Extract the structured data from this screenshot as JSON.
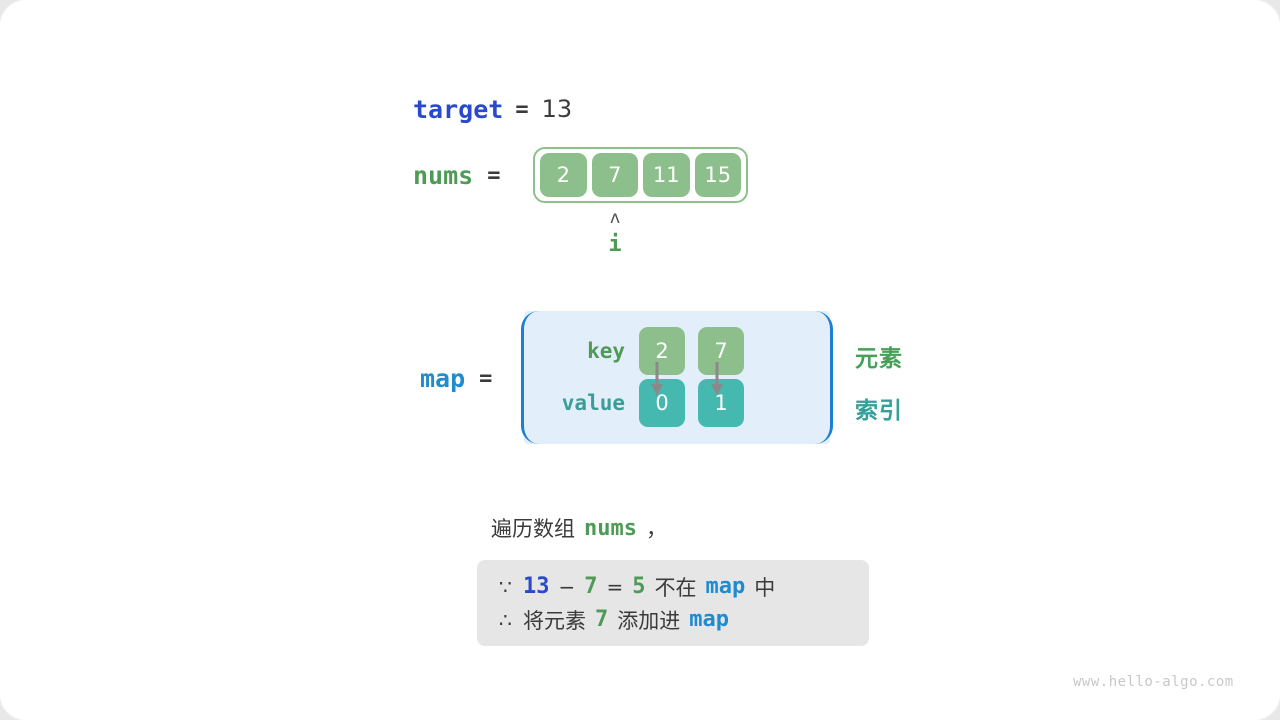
{
  "figure": {
    "title_watermark": "www.hello-algo.com"
  },
  "target": {
    "name": "target",
    "equals": "=",
    "value": "13"
  },
  "nums": {
    "name": "nums",
    "equals": "=",
    "cells": [
      "2",
      "7",
      "11",
      "15"
    ],
    "pointer": {
      "caret": "ʌ",
      "label": "i",
      "index": 1
    }
  },
  "map": {
    "name": "map",
    "equals": "=",
    "row_labels": {
      "key": "key",
      "value": "value"
    },
    "entries": [
      {
        "key": "2",
        "value": "0"
      },
      {
        "key": "7",
        "value": "1"
      }
    ],
    "side_labels": {
      "element": "元素",
      "index": "索引"
    }
  },
  "caption": {
    "prefix": "遍历数组",
    "code": "nums",
    "suffix": "，"
  },
  "note": {
    "line1": {
      "symbol": "∵",
      "a": "13",
      "minus": "−",
      "b": "7",
      "eq": "=",
      "result": "5",
      "text_mid": "不在",
      "map": "map",
      "text_end": "中"
    },
    "line2": {
      "symbol": "∴",
      "text_start": "将元素",
      "elem": "7",
      "text_mid": "添加进",
      "map": "map"
    }
  },
  "colors": {
    "target_blue": "#2b4acb",
    "map_blue": "#1f8ccf",
    "nums_green": "#4f9a57",
    "cell_green": "#8cbf8b",
    "cell_teal": "#45b8b0",
    "map_box_fill": "#e2effa",
    "map_box_border": "#1b7fd4",
    "note_box_bg": "#e6e6e6",
    "arrow_gray": "#8a8a8a"
  }
}
